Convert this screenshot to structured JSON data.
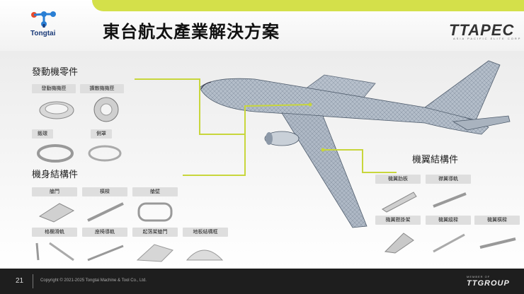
{
  "slide": {
    "title": "東台航太產業解決方案",
    "logo_text": "Tongtai",
    "brand": "TTAPEC",
    "brand_sub": "ASIA PACIFIC ELITE CORP",
    "page_number": "21",
    "copyright": "Copyright © 2021-2025 Tongtai Machine & Tool Co., Ltd.",
    "member_of": "MEMBER OF",
    "group_name": "TTGROUP",
    "colors": {
      "accent": "#d4e04a",
      "footer": "#1e1e1e",
      "leader": "#c8d63c"
    }
  },
  "engine": {
    "heading": "發動機零件",
    "parts": [
      "發動機機匣",
      "擴散機機匣",
      "鍛環",
      "側罩"
    ]
  },
  "fuselage": {
    "heading": "機身結構件",
    "parts": [
      "艙門",
      "橫樑",
      "艙壁",
      "格欄滑軌",
      "座椅導軌",
      "起落架艙門",
      "地板結構框"
    ]
  },
  "wing": {
    "heading": "機翼結構件",
    "parts": [
      "機翼肋板",
      "襟翼導軌",
      "機翼懸掛架",
      "機翼縱樑",
      "機翼橫樑"
    ]
  }
}
